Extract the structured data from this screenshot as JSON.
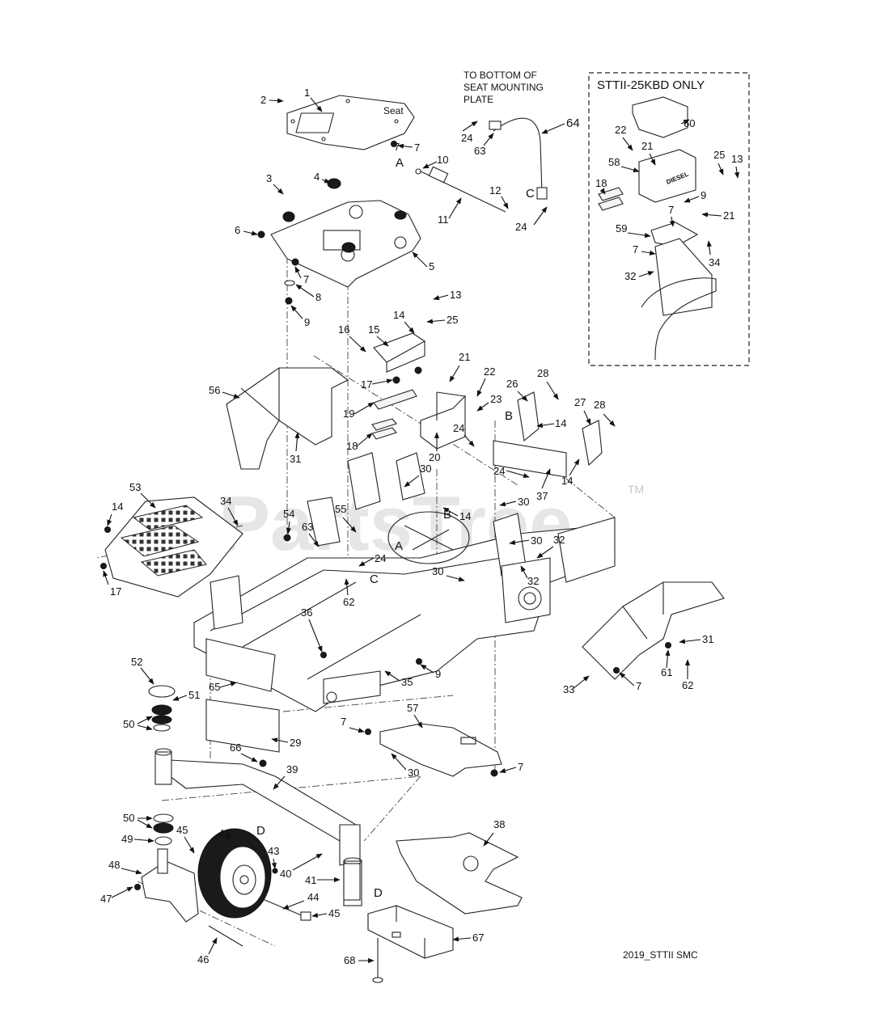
{
  "texts": {
    "seat": "Seat",
    "to_bottom_1": "TO BOTTOM OF",
    "to_bottom_2": "SEAT MOUNTING",
    "to_bottom_3": "PLATE",
    "kit_title": "STTII-25KBD ONLY",
    "diesel": "DIESEL",
    "drawing_id": "2019_STTII SMC",
    "watermark": "PartsTree",
    "trademark": "TM"
  },
  "letters": {
    "a": "A",
    "b": "B",
    "c": "C",
    "d": "D"
  },
  "callouts": {
    "c1": "1",
    "c2": "2",
    "c3": "3",
    "c4": "4",
    "c5": "5",
    "c6": "6",
    "c7": "7",
    "c8": "8",
    "c9": "9",
    "c10": "10",
    "c11": "11",
    "c12": "12",
    "c13": "13",
    "c14": "14",
    "c15": "15",
    "c16": "16",
    "c17": "17",
    "c18": "18",
    "c19": "19",
    "c20": "20",
    "c21": "21",
    "c22": "22",
    "c23": "23",
    "c24": "24",
    "c25": "25",
    "c26": "26",
    "c27": "27",
    "c28": "28",
    "c29": "29",
    "c30": "30",
    "c31": "31",
    "c32": "32",
    "c33": "33",
    "c34": "34",
    "c35": "35",
    "c36": "36",
    "c37": "37",
    "c38": "38",
    "c39": "39",
    "c40": "40",
    "c41": "41",
    "c42": "42",
    "c43": "43",
    "c44": "44",
    "c45": "45",
    "c46": "46",
    "c47": "47",
    "c48": "48",
    "c49": "49",
    "c50": "50",
    "c51": "51",
    "c52": "52",
    "c53": "53",
    "c54": "54",
    "c55": "55",
    "c56": "56",
    "c57": "57",
    "c58": "58",
    "c59": "59",
    "c60": "60",
    "c61": "61",
    "c62": "62",
    "c63": "63",
    "c64": "64",
    "c65": "65",
    "c66": "66",
    "c67": "67",
    "c68": "68"
  },
  "colors": {
    "ink": "#111111",
    "watermark": "#c8c8c8"
  }
}
